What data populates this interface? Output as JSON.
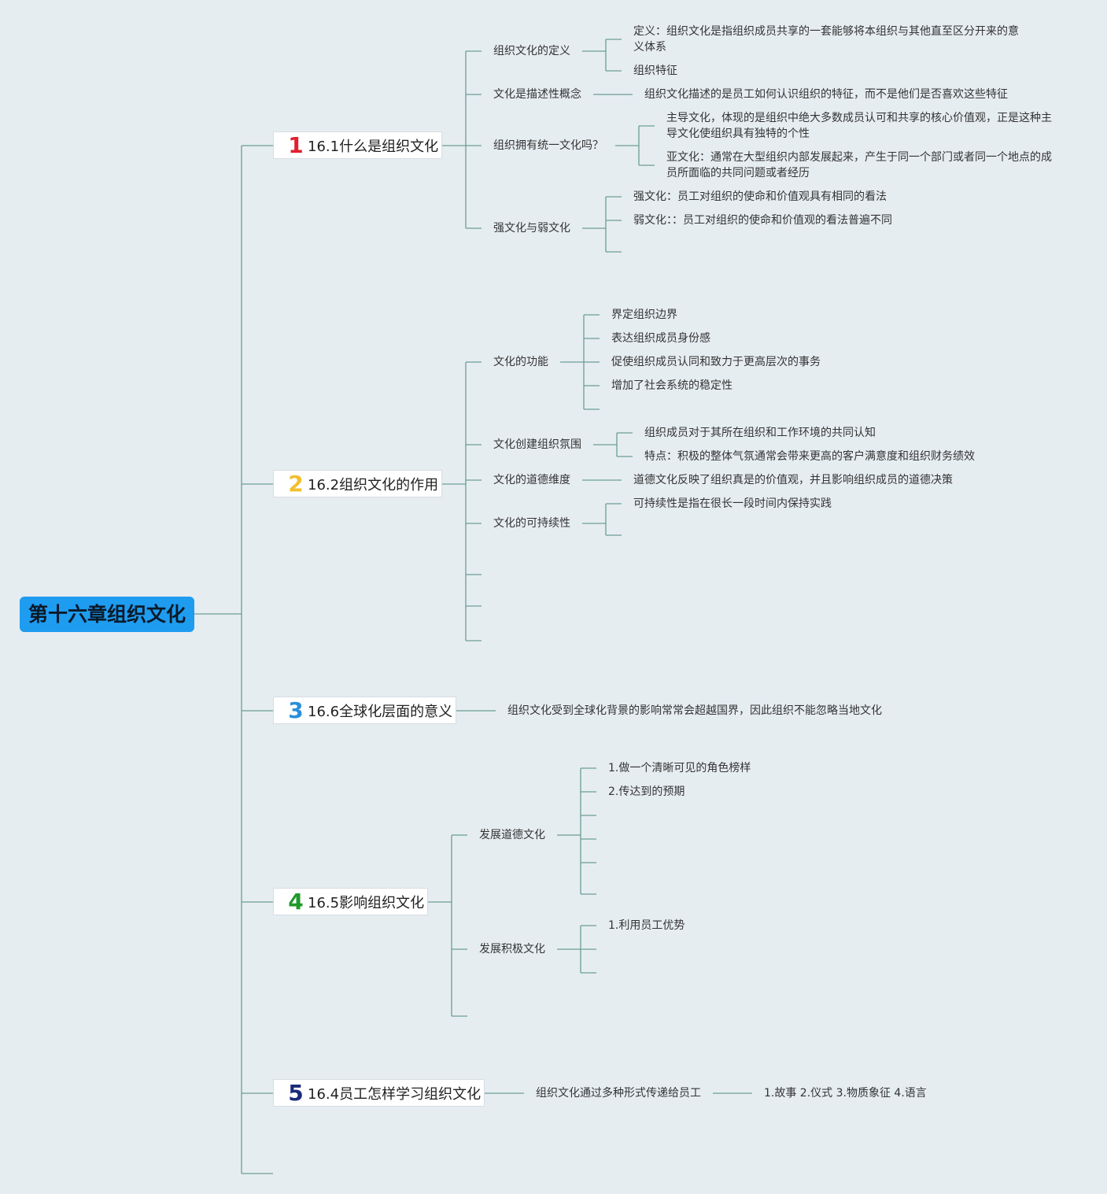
{
  "root": "第十六章组织文化",
  "branches": [
    {
      "num": "1",
      "color": "#e0202f",
      "label": "16.1什么是组织文化"
    },
    {
      "num": "2",
      "color": "#f0c030",
      "label": "16.2组织文化的作用"
    },
    {
      "num": "3",
      "color": "#2a8fd8",
      "label": "16.6全球化层面的意义"
    },
    {
      "num": "4",
      "color": "#1f9a2a",
      "label": "16.5影响组织文化"
    },
    {
      "num": "5",
      "color": "#1a2a7a",
      "label": "16.4员工怎样学习组织文化"
    }
  ],
  "b1": {
    "def": "组织文化的定义",
    "def_1": "定义：组织文化是指组织成员共享的一套能够将本组织与其他直至区分开来的意义体系",
    "def_2": "组织特征",
    "desc": "文化是描述性概念",
    "desc_1": "组织文化描述的是员工如何认识组织的特征，而不是他们是否喜欢这些特征",
    "uni": "组织拥有统一文化吗？",
    "uni_1": "主导文化，体现的是组织中绝大多数成员认可和共享的核心价值观，正是这种主导文化使组织具有独特的个性",
    "uni_2": "亚文化：通常在大型组织内部发展起来，产生于同一个部门或者同一个地点的成员所面临的共同问题或者经历",
    "sw": "强文化与弱文化",
    "sw_1": "强文化：员工对组织的使命和价值观具有相同的看法",
    "sw_2": "弱文化：：员工对组织的使命和价值观的看法普遍不同"
  },
  "b2": {
    "func": "文化的功能",
    "func_items": [
      "界定组织边界",
      "表达组织成员身份感",
      "促使组织成员认同和致力于更高层次的事务",
      "增加了社会系统的稳定性"
    ],
    "clim": "文化创建组织氛围",
    "clim_1": "组织成员对于其所在组织和工作环境的共同认知",
    "clim_2": "特点：积极的整体气氛通常会带来更高的客户满意度和组织财务绩效",
    "eth": "文化的道德维度",
    "eth_1": "道德文化反映了组织真是的价值观，并且影响组织成员的道德决策",
    "sus": "文化的可持续性",
    "sus_1": "可持续性是指在很长一段时间内保持实践"
  },
  "b3": {
    "c1": "组织文化受到全球化背景的影响常常会超越国界，因此组织不能忽略当地文化"
  },
  "b4": {
    "eth": "发展道德文化",
    "eth_1": "1.做一个清晰可见的角色榜样",
    "eth_2": "2.传达到的预期",
    "pos": "发展积极文化",
    "pos_1": "1.利用员工优势"
  },
  "b5": {
    "c1": "组织文化通过多种形式传递给员工",
    "c1_1": "1.故事 2.仪式 3.物质象征 4.语言"
  }
}
